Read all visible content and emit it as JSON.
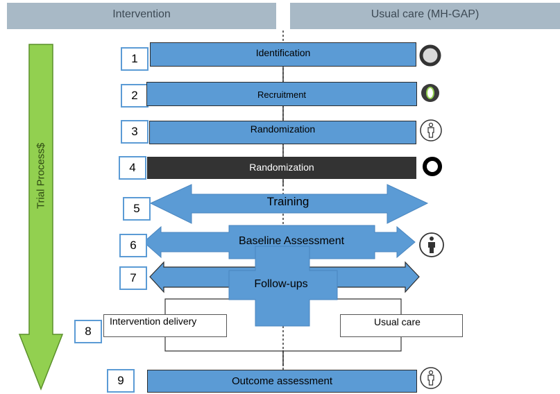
{
  "headers": {
    "left": "Intervention",
    "right": "Usual care (MH-GAP)"
  },
  "side_arrow": {
    "label": "Trial Process$",
    "color": "#92d050"
  },
  "steps": [
    {
      "number": "1",
      "label": "Identification",
      "icon": "grey-filled-circle-icon"
    },
    {
      "number": "2",
      "label": "Recruitment",
      "icon": "green-oval-ring-icon"
    },
    {
      "number": "3",
      "label": "Randomization",
      "icon": "person-circle-icon"
    },
    {
      "number": "4",
      "label": "Randomization",
      "icon": "black-ring-icon"
    },
    {
      "number": "5",
      "label": "Training"
    },
    {
      "number": "6",
      "label": "Baseline Assessment",
      "icon": "person-circle-icon"
    },
    {
      "number": "7",
      "label": "Follow-ups"
    },
    {
      "number": "8",
      "label_left": "Intervention delivery",
      "label_right": "Usual care"
    },
    {
      "number": "9",
      "label": "Outcome assessment",
      "icon": "person-circle-icon"
    }
  ],
  "colors": {
    "bar": "#5b9bd5",
    "dark_bar": "#333333",
    "header": "#a8b9c6",
    "arrow": "#92d050"
  }
}
